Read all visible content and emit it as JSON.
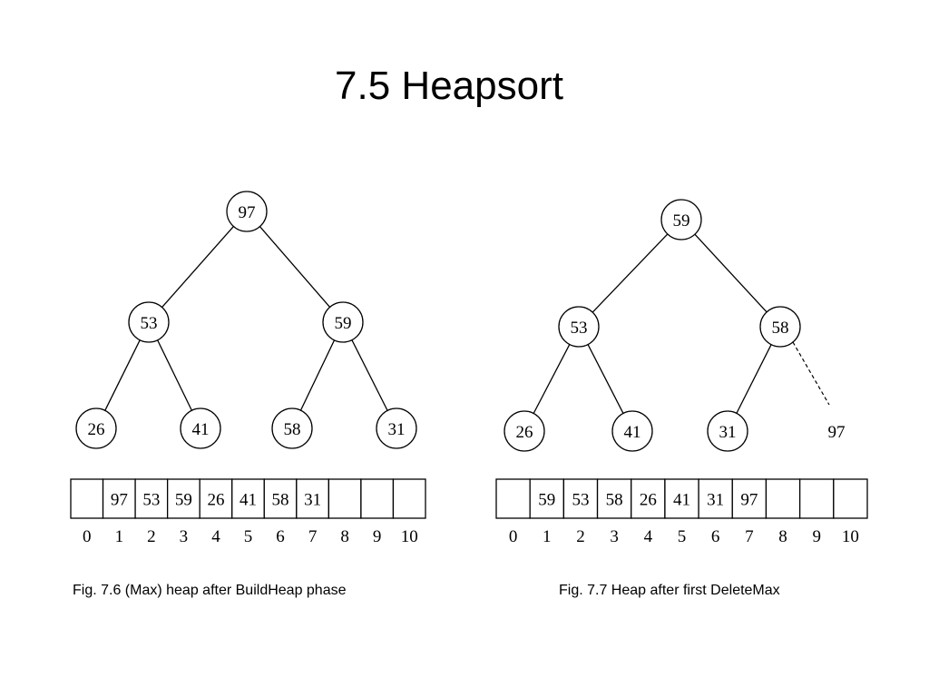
{
  "title": "7.5 Heapsort",
  "figures": [
    {
      "caption": "Fig. 7.6 (Max) heap after BuildHeap phase",
      "tree_nodes": [
        "97",
        "53",
        "59",
        "26",
        "41",
        "58",
        "31"
      ],
      "detached_node": "",
      "array_values": [
        "",
        "97",
        "53",
        "59",
        "26",
        "41",
        "58",
        "31",
        "",
        "",
        ""
      ],
      "indices": [
        "0",
        "1",
        "2",
        "3",
        "4",
        "5",
        "6",
        "7",
        "8",
        "9",
        "10"
      ]
    },
    {
      "caption": "Fig. 7.7 Heap after first DeleteMax",
      "tree_nodes": [
        "59",
        "53",
        "58",
        "26",
        "41",
        "31"
      ],
      "detached_node": "97",
      "array_values": [
        "",
        "59",
        "53",
        "58",
        "26",
        "41",
        "31",
        "97",
        "",
        "",
        ""
      ],
      "indices": [
        "0",
        "1",
        "2",
        "3",
        "4",
        "5",
        "6",
        "7",
        "8",
        "9",
        "10"
      ]
    }
  ],
  "colors": {
    "ink": "#000000",
    "background": "#ffffff"
  }
}
